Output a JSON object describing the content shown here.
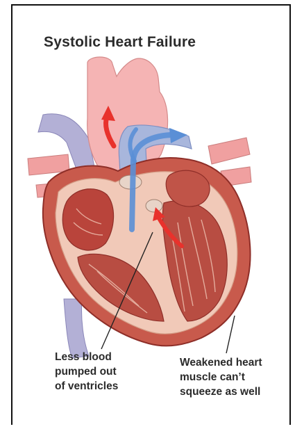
{
  "title": "Systolic Heart Failure",
  "labels": {
    "left": [
      "Less blood",
      "pumped out",
      "of ventricles"
    ],
    "right": [
      "Weakened heart",
      "muscle can’t",
      "squeeze as well"
    ]
  },
  "colors": {
    "muscle": "#c85a4c",
    "muscle_dark": "#8e2e28",
    "inner_wall": "#f1c9b8",
    "aorta": "#f2a7a7",
    "vein": "#a9a7d0",
    "arrow_red": "#e8322c",
    "arrow_blue": "#5a8fd6",
    "text": "#2b2b2b"
  }
}
